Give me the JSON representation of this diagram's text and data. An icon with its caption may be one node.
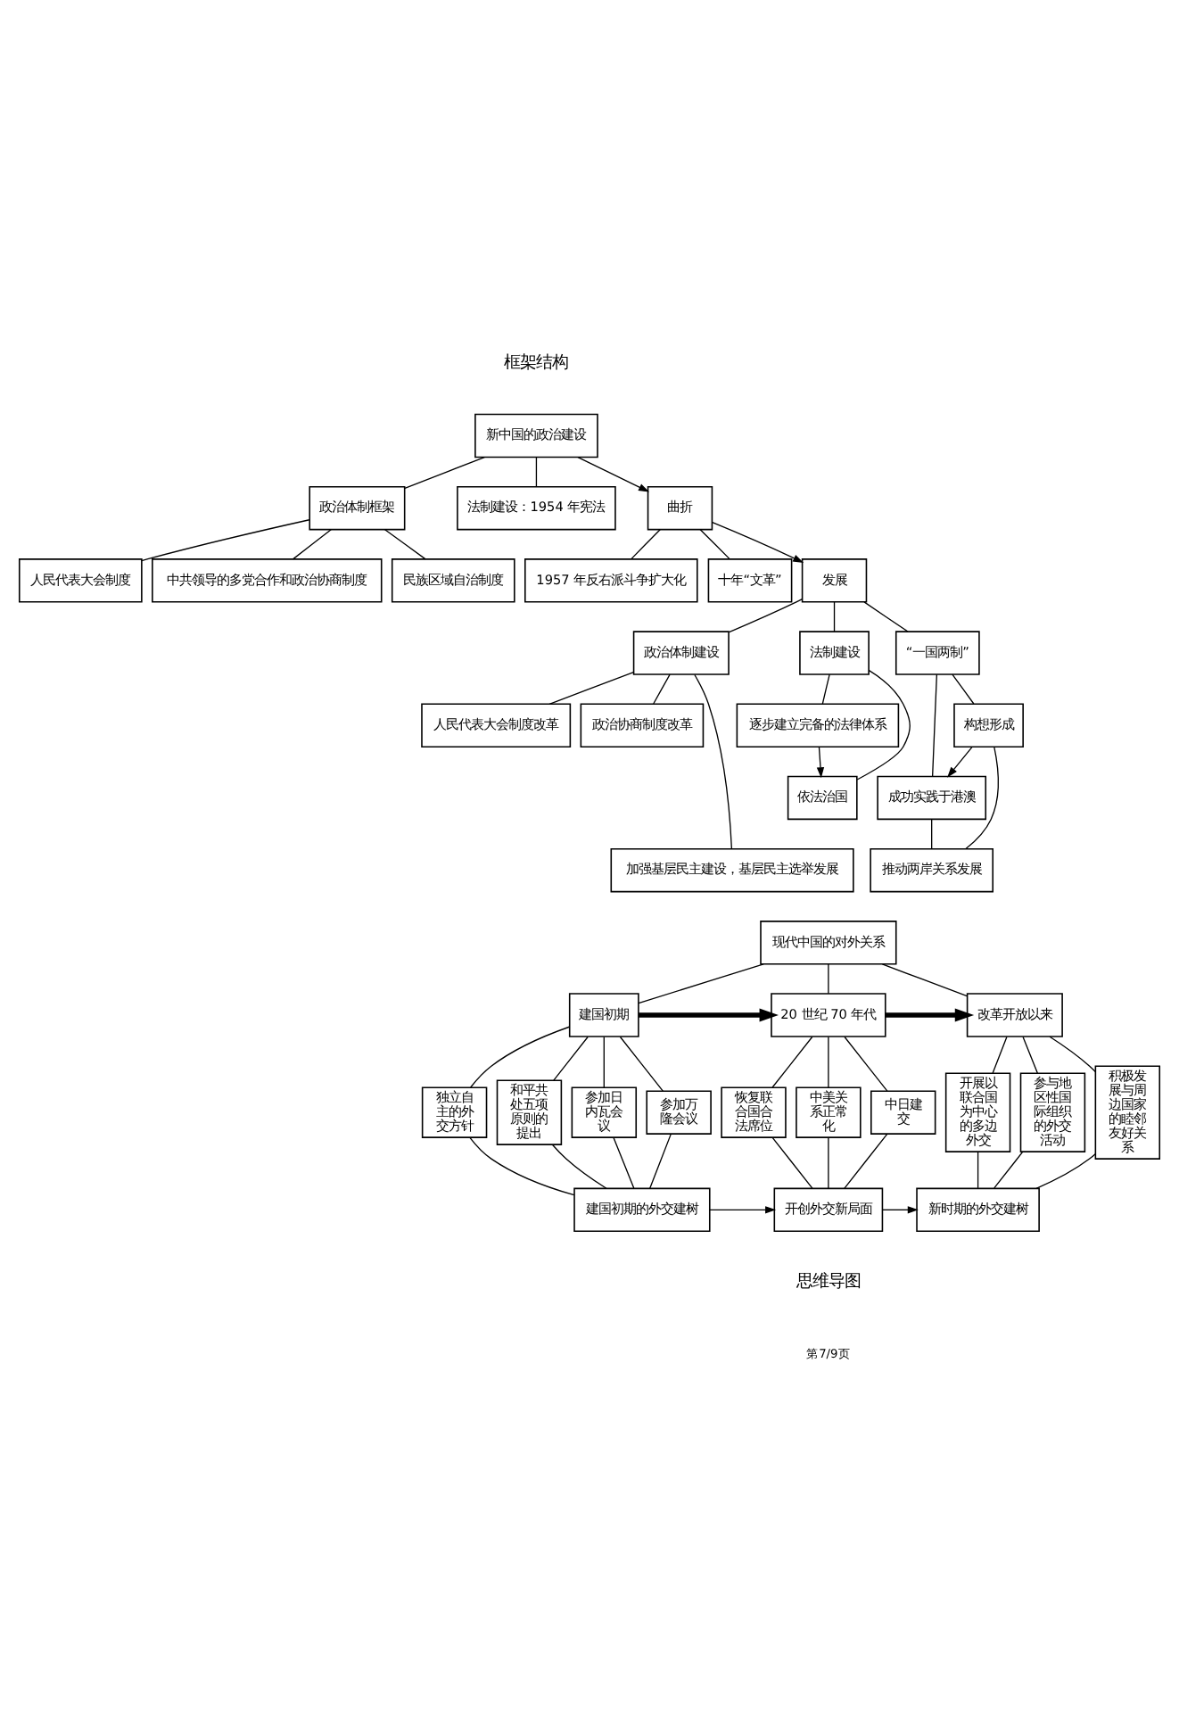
{
  "diagram": {
    "nodes": [
      {
        "text": [
          "新中国的政治建设"
        ]
      },
      {
        "text": [
          "政治体制框架"
        ]
      },
      {
        "text": [
          "人民代表大会制度"
        ]
      },
      {
        "text": [
          "中共领导的多党合作和政治协商制度"
        ]
      },
      {
        "text": [
          "民族区域自治制度"
        ]
      },
      {
        "text": [
          "法制建设：1954 年宪法"
        ]
      },
      {
        "text": [
          "曲折"
        ]
      },
      {
        "text": [
          "1957 年反右派斗争扩大化"
        ]
      },
      {
        "text": [
          "十年“文革”"
        ]
      },
      {
        "text": [
          "发展"
        ]
      },
      {
        "text": [
          "政治体制建设"
        ]
      },
      {
        "text": [
          "人民代表大会制度改革"
        ]
      },
      {
        "text": [
          "政治协商制度改革"
        ]
      },
      {
        "text": [
          "加强基层民主建设，基层民主选举发展"
        ]
      },
      {
        "text": [
          "法制建设"
        ]
      },
      {
        "text": [
          "逐步建立完备的法律体系"
        ]
      },
      {
        "text": [
          "依法治国"
        ]
      },
      {
        "text": [
          "“一国两制”"
        ]
      },
      {
        "text": [
          "构想形成"
        ]
      },
      {
        "text": [
          "成功实践于港澳"
        ]
      },
      {
        "text": [
          "推动两岸关系发展"
        ]
      },
      {
        "text": [
          "现代中国的对外关系"
        ]
      },
      {
        "text": [
          "建国初期"
        ]
      },
      {
        "text": [
          "20 世纪 70 年代"
        ]
      },
      {
        "text": [
          "改革开放以来"
        ]
      },
      {
        "text": [
          "独立自主的外交方针"
        ]
      },
      {
        "text": [
          "和平共处五项原则的提出"
        ]
      },
      {
        "text": [
          "参加日内瓦会议"
        ]
      },
      {
        "text": [
          "参加万隆会议"
        ]
      },
      {
        "text": [
          "恢复联合国合法席位"
        ]
      },
      {
        "text": [
          "中美关系正常化"
        ]
      },
      {
        "text": [
          "中日建交"
        ]
      },
      {
        "text": [
          "开展以联合国为中心的多边外交"
        ]
      },
      {
        "text": [
          "参与地区性国际组织的外交活动"
        ]
      },
      {
        "text": [
          "积极发展与周边国家的睦邻友好关系"
        ]
      },
      {
        "text": [
          "建国初期的外交建树"
        ]
      },
      {
        "text": [
          "开创外交新局面"
        ]
      },
      {
        "text": [
          "新时期的外交建树"
        ]
      }
    ],
    "edges": [
      {
        "from": 0,
        "to": 1,
        "arrow": "none"
      },
      {
        "from": 0,
        "to": 5,
        "arrow": "none"
      },
      {
        "from": 1,
        "to": 2,
        "arrow": "none"
      },
      {
        "from": 1,
        "to": 3,
        "arrow": "none"
      },
      {
        "from": 1,
        "to": 4,
        "arrow": "none"
      },
      {
        "from": 0,
        "to": 6,
        "arrow": "to"
      },
      {
        "from": 6,
        "to": 7,
        "arrow": "none"
      },
      {
        "from": 6,
        "to": 8,
        "arrow": "none"
      },
      {
        "from": 6,
        "to": 9,
        "arrow": "to"
      },
      {
        "from": 9,
        "to": 10,
        "arrow": "none"
      },
      {
        "from": 9,
        "to": 14,
        "arrow": "none"
      },
      {
        "from": 9,
        "to": 17,
        "arrow": "none"
      },
      {
        "from": 10,
        "to": 11,
        "arrow": "none"
      },
      {
        "from": 10,
        "to": 12,
        "arrow": "none"
      },
      {
        "from": 10,
        "to": 13,
        "arrow": "none"
      },
      {
        "from": 14,
        "to": 15,
        "arrow": "none"
      },
      {
        "from": 14,
        "to": 16,
        "arrow": "none"
      },
      {
        "from": 15,
        "to": 16,
        "arrow": "to"
      },
      {
        "from": 17,
        "to": 18,
        "arrow": "none"
      },
      {
        "from": 17,
        "to": 19,
        "arrow": "none"
      },
      {
        "from": 18,
        "to": 19,
        "arrow": "to"
      },
      {
        "from": 18,
        "to": 20,
        "arrow": "none"
      },
      {
        "from": 19,
        "to": 20,
        "arrow": "none"
      },
      {
        "from": 21,
        "to": 22,
        "arrow": "none"
      },
      {
        "from": 21,
        "to": 23,
        "arrow": "none"
      },
      {
        "from": 21,
        "to": 24,
        "arrow": "none"
      },
      {
        "from": 22,
        "to": 23,
        "arrow": "to",
        "style": "thick"
      },
      {
        "from": 23,
        "to": 24,
        "arrow": "to",
        "style": "thick"
      },
      {
        "from": 22,
        "to": 25,
        "arrow": "none"
      },
      {
        "from": 22,
        "to": 26,
        "arrow": "none"
      },
      {
        "from": 22,
        "to": 27,
        "arrow": "none"
      },
      {
        "from": 22,
        "to": 28,
        "arrow": "none"
      },
      {
        "from": 23,
        "to": 29,
        "arrow": "none"
      },
      {
        "from": 23,
        "to": 30,
        "arrow": "none"
      },
      {
        "from": 23,
        "to": 31,
        "arrow": "none"
      },
      {
        "from": 24,
        "to": 32,
        "arrow": "none"
      },
      {
        "from": 24,
        "to": 33,
        "arrow": "none"
      },
      {
        "from": 24,
        "to": 34,
        "arrow": "none"
      },
      {
        "from": 25,
        "to": 35,
        "arrow": "none"
      },
      {
        "from": 26,
        "to": 35,
        "arrow": "none"
      },
      {
        "from": 27,
        "to": 35,
        "arrow": "none"
      },
      {
        "from": 28,
        "to": 35,
        "arrow": "none"
      },
      {
        "from": 29,
        "to": 36,
        "arrow": "none"
      },
      {
        "from": 30,
        "to": 36,
        "arrow": "none"
      },
      {
        "from": 31,
        "to": 36,
        "arrow": "none"
      },
      {
        "from": 32,
        "to": 37,
        "arrow": "none"
      },
      {
        "from": 33,
        "to": 37,
        "arrow": "none"
      },
      {
        "from": 34,
        "to": 37,
        "arrow": "none"
      },
      {
        "from": 35,
        "to": 36,
        "arrow": "to"
      },
      {
        "from": 36,
        "to": 37,
        "arrow": "to"
      }
    ],
    "labels": [
      "框架结构",
      "思维导图",
      "第7/9页"
    ]
  }
}
